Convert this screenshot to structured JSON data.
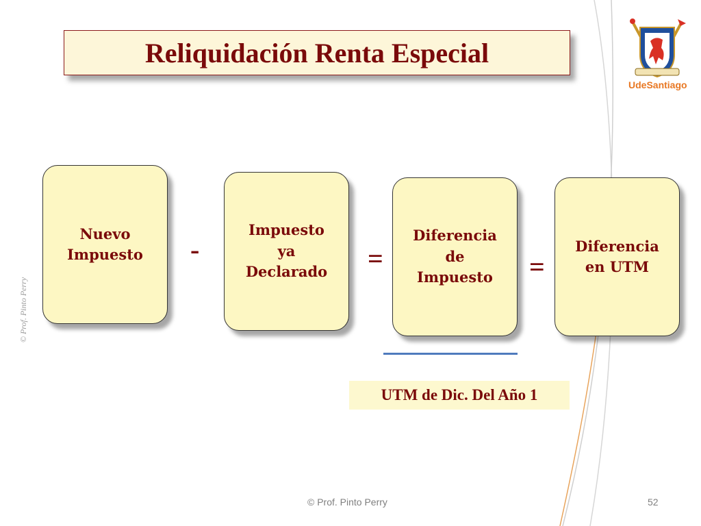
{
  "title": "Reliquidación Renta Especial",
  "boxes": [
    {
      "label": "Nuevo\nImpuesto"
    },
    {
      "label": "Impuesto\nya\nDeclarado"
    },
    {
      "label": "Diferencia\nde\nImpuesto"
    },
    {
      "label": "Diferencia\nen UTM"
    }
  ],
  "operators": {
    "minus": "-",
    "equals_1": "=",
    "equals_2": "="
  },
  "note": "UTM de Dic. Del Año 1",
  "vertical_copyright": "© Prof. Pinto Perry",
  "footer": {
    "copyright": "© Prof. Pinto Perry",
    "page_number": "52"
  },
  "logo": {
    "text": "UdeSantiago",
    "icon": "university-crest-icon"
  },
  "colors": {
    "title_text": "#7a0a0a",
    "box_fill": "#fdf7c3",
    "underline": "#4f7bbd",
    "accent_orange": "#e87722"
  }
}
